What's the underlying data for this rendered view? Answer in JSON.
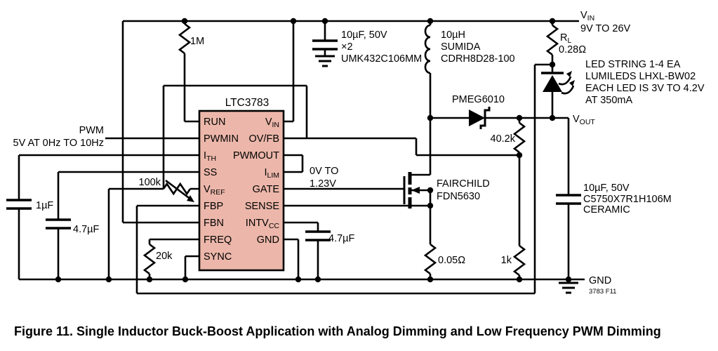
{
  "caption": "Figure 11. Single Inductor Buck-Boost Application with Analog Dimming and Low Frequency PWM Dimming",
  "colors": {
    "ic_fill": "#ecb7aa",
    "line": "#000000",
    "background": "#ffffff"
  },
  "ic": {
    "title": "LTC3783",
    "pins_left": [
      {
        "main": "RUN"
      },
      {
        "main": "PWMIN"
      },
      {
        "main": "I",
        "sub": "TH"
      },
      {
        "main": "SS"
      },
      {
        "main": "V",
        "sub": "REF"
      },
      {
        "main": "FBP"
      },
      {
        "main": "FBN"
      },
      {
        "main": "FREQ"
      },
      {
        "main": "SYNC"
      }
    ],
    "pins_right": [
      {
        "main": "V",
        "sub": "IN"
      },
      {
        "main": "OV/FB"
      },
      {
        "main": "PWMOUT"
      },
      {
        "main": "I",
        "sub": "LIM"
      },
      {
        "main": "GATE"
      },
      {
        "main": "SENSE"
      },
      {
        "main": "INTV",
        "sub": "CC"
      },
      {
        "main": "GND"
      }
    ]
  },
  "power": {
    "vin_label": {
      "main": "V",
      "sub": "IN"
    },
    "vin_range": "9V TO 26V",
    "vout_label": {
      "main": "V",
      "sub": "OUT"
    },
    "gnd_label": "GND",
    "fig_ref": "3783 F11"
  },
  "inputs": {
    "pwm_name": "PWM",
    "pwm_desc": "5V AT 0Hz TO 10Hz"
  },
  "components": {
    "r_pullup": "1M",
    "input_cap": [
      "10µF, 50V",
      "×2",
      "UMK432C106MM"
    ],
    "inductor": [
      "10µH",
      "SUMIDA",
      "CDRH8D28-100"
    ],
    "r_led": {
      "name": {
        "main": "R",
        "sub": "L"
      },
      "value": "0.28Ω"
    },
    "led_note": [
      "LED STRING 1-4 EA",
      "LUMILEDS LHXL-BW02",
      "EACH LED IS 3V TO 4.2V",
      "AT 350mA"
    ],
    "diode": "PMEG6010",
    "r_div_top": "40.2k",
    "ilim_note": [
      "0V TO",
      "1.23V"
    ],
    "mosfet": [
      "FAIRCHILD",
      "FDN5630"
    ],
    "pot": "100k",
    "c_ith": "1µF",
    "c_ss": "4.7µF",
    "r_freq": "20k",
    "c_intvcc": "4.7µF",
    "r_cs": "0.05Ω",
    "r_div_bot": "1k",
    "output_cap": [
      "10µF, 50V",
      "C5750X7R1H106M",
      "CERAMIC"
    ]
  }
}
